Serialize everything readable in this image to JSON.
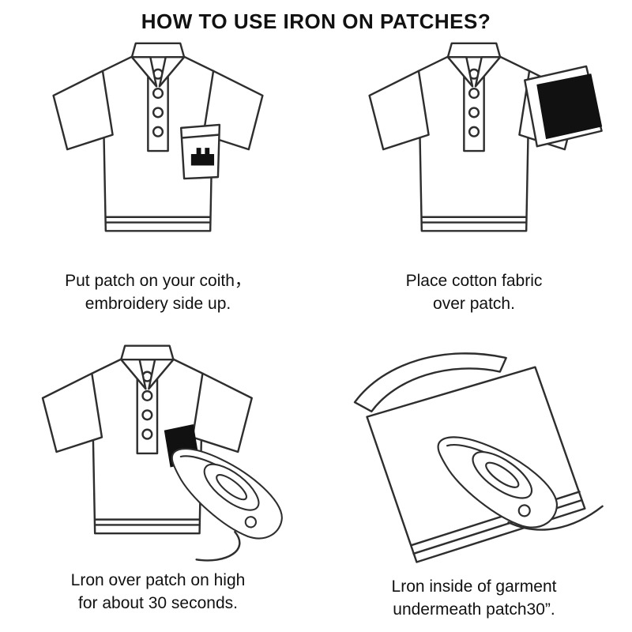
{
  "title": "HOW TO USE IRON ON PATCHES?",
  "colors": {
    "line": "#2e2e2e",
    "patch": "#111111",
    "background": "#ffffff",
    "text": "#111111"
  },
  "steps": [
    {
      "id": 1,
      "illustration": "polo-shirt-with-patch-on-pocket",
      "caption_line1": "Put patch on your coith，",
      "caption_line2": "embroidery side up."
    },
    {
      "id": 2,
      "illustration": "polo-shirt-with-cotton-fabric-over-patch",
      "caption_line1": "Place cotton fabric",
      "caption_line2": "over patch."
    },
    {
      "id": 3,
      "illustration": "iron-pressing-patch-on-polo-shirt",
      "caption_line1": "Lron over patch on high",
      "caption_line2": "for about 30 seconds."
    },
    {
      "id": 4,
      "illustration": "iron-inside-garment-under-patch",
      "caption_line1": "Lron inside of garment",
      "caption_line2": "undermeath patch30”."
    }
  ]
}
